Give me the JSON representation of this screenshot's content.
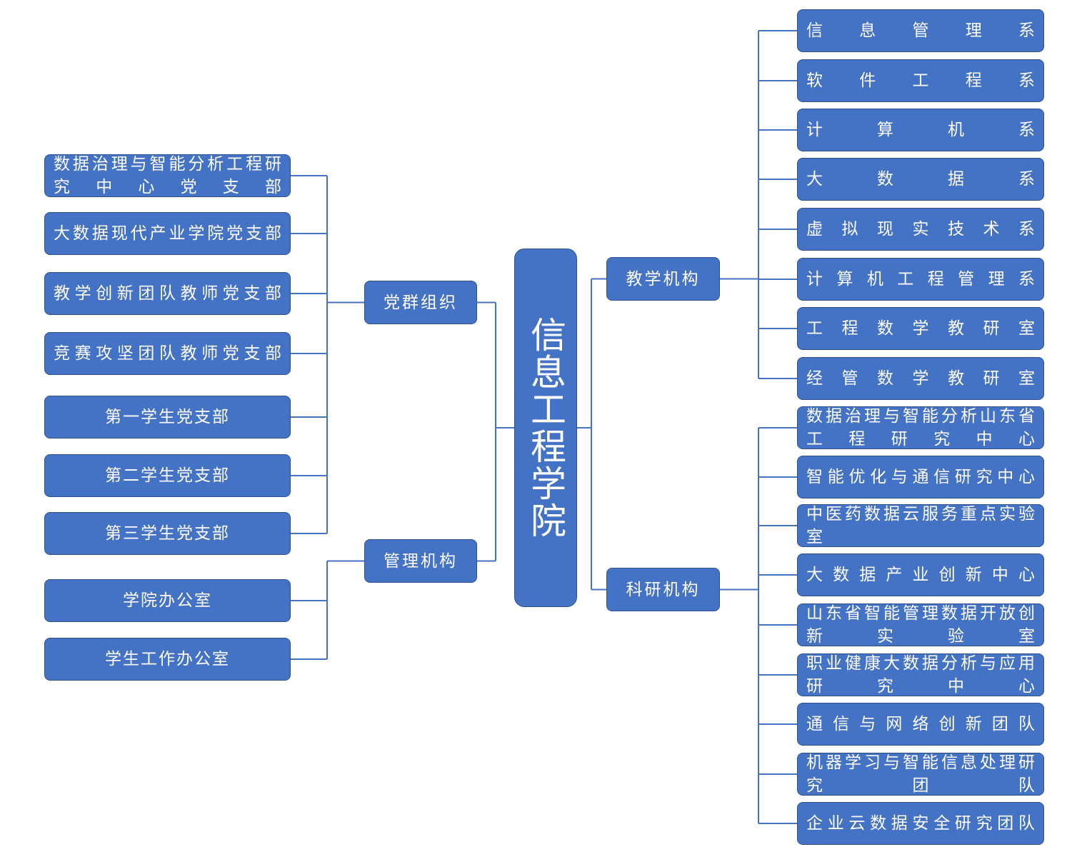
{
  "root": {
    "label": "信息工程学院"
  },
  "left_groups": [
    {
      "label": "党群组织",
      "children": [
        [
          "数据治理与智能分析工程研",
          "究中心党支部"
        ],
        [
          "大数据现代产业学院党支部"
        ],
        [
          "教学创新团队教师党支部"
        ],
        [
          "竞赛攻坚团队教师党支部"
        ],
        [
          "第一学生党支部"
        ],
        [
          "第二学生党支部"
        ],
        [
          "第三学生党支部"
        ]
      ]
    },
    {
      "label": "管理机构",
      "children": [
        [
          "学院办公室"
        ],
        [
          "学生工作办公室"
        ]
      ]
    }
  ],
  "right_groups": [
    {
      "label": "教学机构",
      "children": [
        [
          "信息管理系"
        ],
        [
          "软件工程系"
        ],
        [
          "计算机系"
        ],
        [
          "大数据系"
        ],
        [
          "虚拟现实技术系"
        ],
        [
          "计算机工程管理系"
        ],
        [
          "工程数学教研室"
        ],
        [
          "经管数学教研室"
        ]
      ]
    },
    {
      "label": "科研机构",
      "children": [
        [
          "数据治理与智能分析山东省",
          "工程研究中心"
        ],
        [
          "智能优化与通信研究中心"
        ],
        [
          "中医药数据云服务重点实验",
          "室"
        ],
        [
          "大数据产业创新中心"
        ],
        [
          "山东省智能管理数据开放创",
          "新实验室"
        ],
        [
          "职业健康大数据分析与应用",
          "研究中心"
        ],
        [
          "通信与网络创新团队"
        ],
        [
          "机器学习与智能信息处理研",
          "究团队"
        ],
        [
          "企业云数据安全研究团队"
        ]
      ]
    }
  ],
  "colors": {
    "box_fill": "#4472c4",
    "box_border": "#2f528f",
    "connector": "#4472c4",
    "text": "#ffffff"
  }
}
